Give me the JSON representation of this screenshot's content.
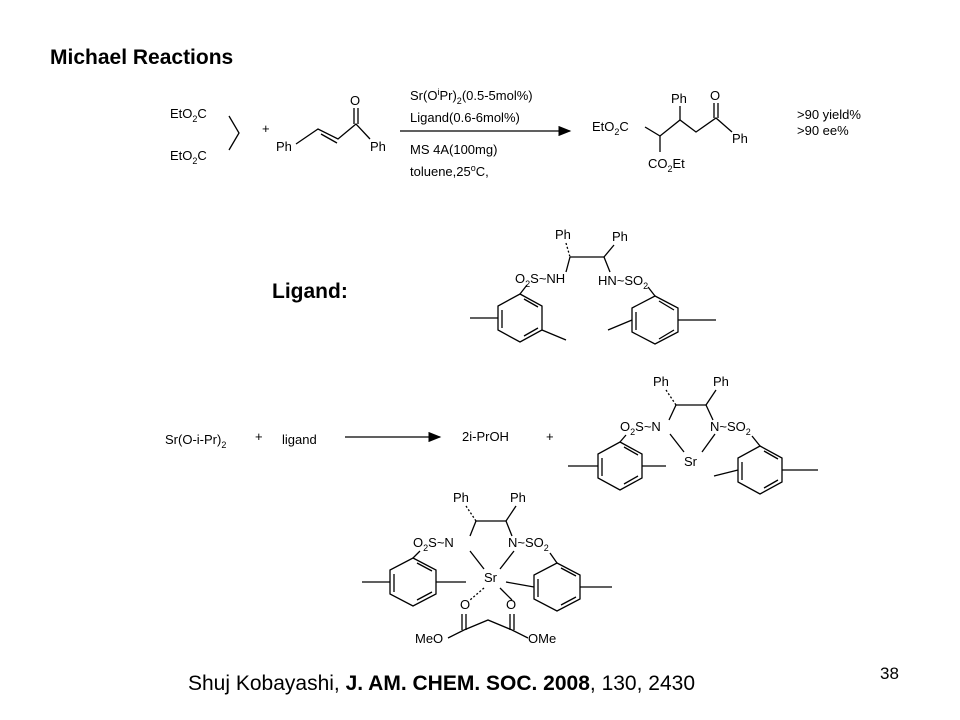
{
  "slide": {
    "title": "Michael Reactions",
    "ligand_label": "Ligand:",
    "page_number": "38"
  },
  "citation": {
    "authors": "Shuj Kobayashi, ",
    "journal": "J. AM. CHEM. SOC. 2008",
    "rest": ", 130, 2430"
  },
  "reaction": {
    "reagent_1": "Sr(O",
    "reagent_1_sup": "i",
    "reagent_1_tail": "Pr)",
    "reagent_1_sub": "2",
    "reagent_1_amount": "(0.5-5mol%)",
    "reagent_2": "Ligand(0.6-6mol%)",
    "reagent_3": "MS 4A(100mg)",
    "reagent_4_a": "toluene,25",
    "reagent_4_sup": "o",
    "reagent_4_b": "C,",
    "yield": ">90 yield%",
    "ee": ">90 ee%"
  },
  "scheme2": {
    "reactant_a": "Sr(O-i-Pr)",
    "reactant_a_sub": "2",
    "reactant_b": "ligand",
    "product": "2i-PrOH",
    "plus": "+"
  }
}
